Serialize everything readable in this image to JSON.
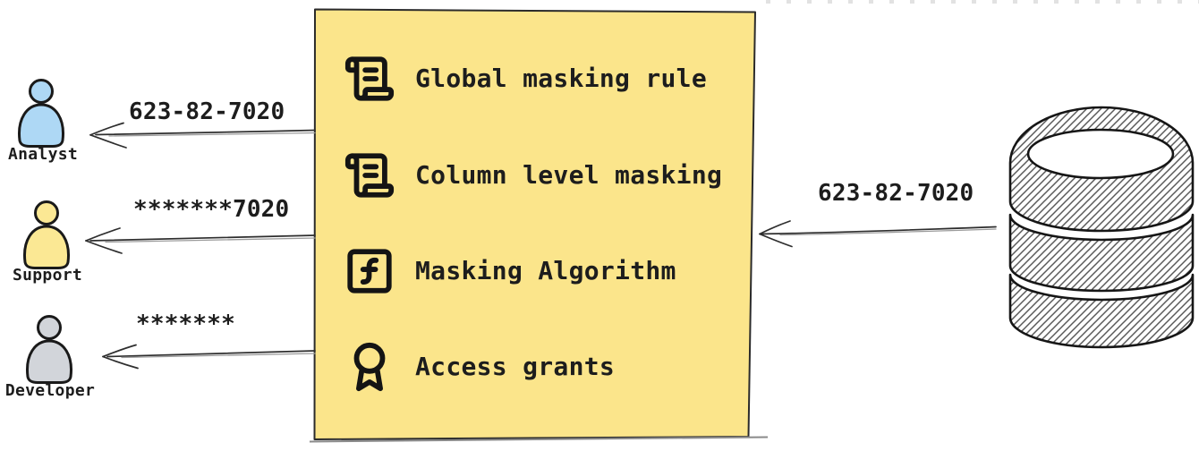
{
  "canvas": {
    "background": "#ffffff",
    "top_edge_dashes_color": "#e2e2e2"
  },
  "actors": [
    {
      "icon": "person-icon",
      "label": "Analyst",
      "fill": "#aed8f5",
      "arrow_label": "623-82-7020"
    },
    {
      "icon": "person-icon",
      "label": "Support",
      "fill": "#fbe894",
      "arrow_label": "*******7020"
    },
    {
      "icon": "person-icon",
      "label": "Developer",
      "fill": "#d2d5da",
      "arrow_label": "*******"
    }
  ],
  "masking_box": {
    "fill": "#fbe58b",
    "border_color": "#2b2b2b",
    "items": [
      {
        "icon": "scroll-text-icon",
        "label": "Global masking rule"
      },
      {
        "icon": "scroll-text-icon",
        "label": "Column level masking"
      },
      {
        "icon": "function-square-icon",
        "label": "Masking Algorithm"
      },
      {
        "icon": "award-icon",
        "label": "Access grants"
      }
    ]
  },
  "database": {
    "icon": "database-icon",
    "arrow_label": "623-82-7020",
    "hatch_color": "#595959"
  },
  "text_color": "#1d1d1d",
  "arrow_color": "#2e2e2e"
}
